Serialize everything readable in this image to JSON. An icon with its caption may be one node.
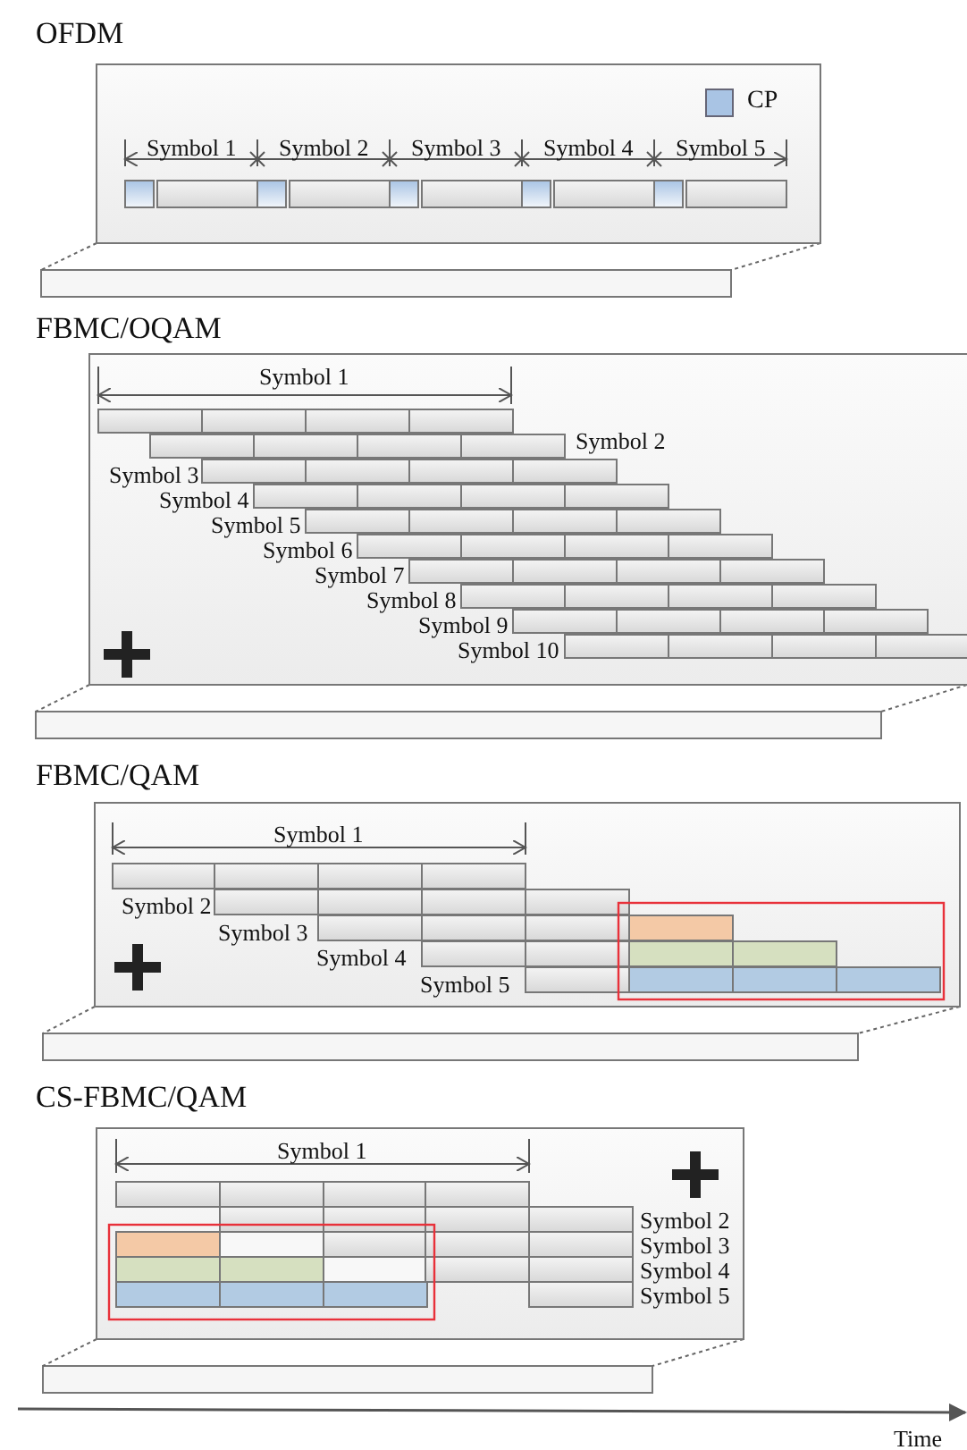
{
  "diagram": {
    "labels": [
      "OFDM",
      "Symbol 1",
      "Symbol 2",
      "Symbol 3",
      "Symbol 4",
      "Symbol 5",
      "FBMC/OQAM",
      "Symbol 1",
      "Symbol 2",
      "Symbol 3",
      "Symbol 4",
      "Symbol 5",
      "Symbol 6",
      "Symbol 7",
      "Symbol 8",
      "Symbol 9",
      "Symbol 10",
      "FBMC/QAM",
      "Symbol 1",
      "Symbol 2",
      "Symbol 3",
      "Symbol 4",
      "Symbol 5",
      "CS-FBMC/QAM",
      "Symbol 1",
      "Symbol 2",
      "Symbol 3",
      "Symbol 4",
      "Symbol 5",
      "Time"
    ],
    "legend": [
      {
        "text": "CP",
        "color": "#a9c4e4"
      }
    ]
  }
}
